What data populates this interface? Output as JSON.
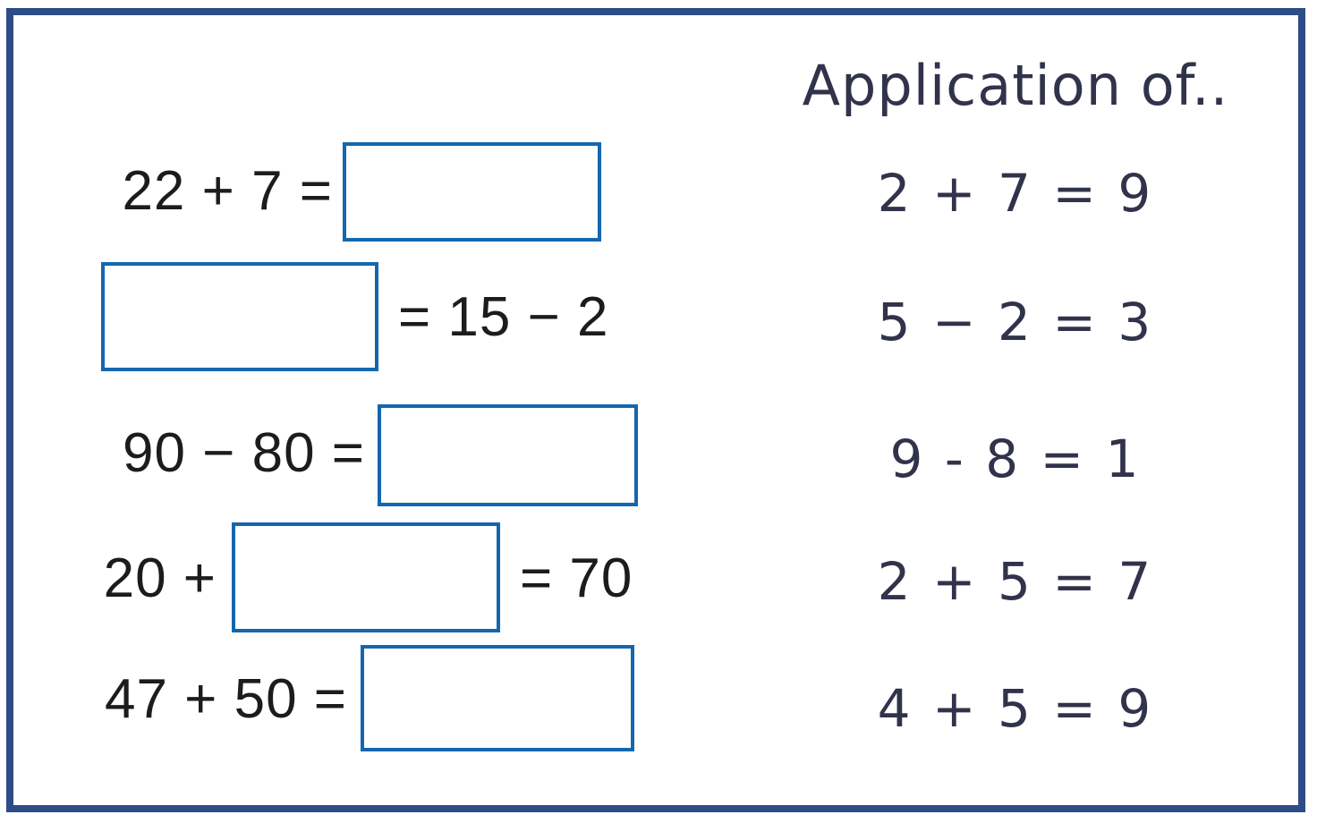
{
  "colors": {
    "background": "#ffffff",
    "frame_border": "#2e4c86",
    "answer_box_border": "#1467ae",
    "problem_text": "#1c1c1c",
    "application_text": "#30334a"
  },
  "problems": [
    {
      "prefix": "22 + 7 =",
      "suffix": ""
    },
    {
      "prefix": "",
      "suffix": "= 15 − 2"
    },
    {
      "prefix": "90 − 80 =",
      "suffix": ""
    },
    {
      "prefix": "20 +",
      "suffix": "= 70"
    },
    {
      "prefix": "47 + 50 =",
      "suffix": ""
    }
  ],
  "applications": {
    "header": "Application of..",
    "facts": [
      "2 + 7 = 9",
      "5 − 2 = 3",
      "9 - 8 = 1",
      "2 + 5 = 7",
      "4 + 5 = 9"
    ]
  }
}
